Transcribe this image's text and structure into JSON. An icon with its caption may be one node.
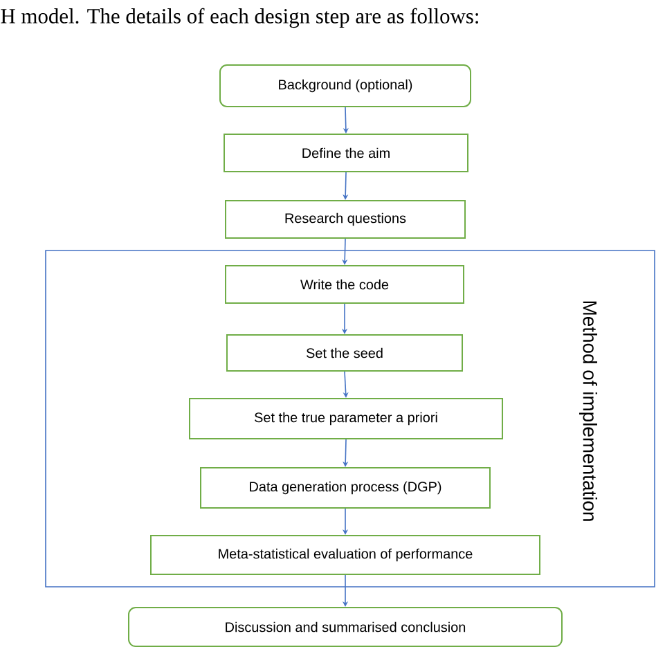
{
  "diagram": {
    "nodes": [
      {
        "text": [
          "Background (optional)"
        ]
      },
      {
        "text": [
          "Define the aim"
        ]
      },
      {
        "text": [
          "Research questions"
        ]
      },
      {
        "text": [
          "Method of implementation"
        ]
      },
      {
        "text": [
          "Write the code"
        ],
        "in": 3
      },
      {
        "text": [
          "Set the seed"
        ],
        "in": 3
      },
      {
        "text": [
          "Set the true parameter a priori"
        ],
        "in": 3
      },
      {
        "text": [
          "Data generation process (DGP)"
        ],
        "in": 3
      },
      {
        "text": [
          "Meta-statistical evaluation of performance"
        ],
        "in": 3
      },
      {
        "text": [
          "Discussion and summarised conclusion"
        ]
      }
    ],
    "edges": [
      {
        "from": 0,
        "to": 1,
        "arrow": "to"
      },
      {
        "from": 1,
        "to": 2,
        "arrow": "to"
      },
      {
        "from": 2,
        "to": 4,
        "arrow": "to"
      },
      {
        "from": 4,
        "to": 5,
        "arrow": "to"
      },
      {
        "from": 5,
        "to": 6,
        "arrow": "to"
      },
      {
        "from": 6,
        "to": 7,
        "arrow": "to"
      },
      {
        "from": 7,
        "to": 8,
        "arrow": "to"
      },
      {
        "from": 8,
        "to": 9,
        "arrow": "to"
      }
    ],
    "labels": [
      "H model. The details of each design step are as follows:"
    ]
  }
}
